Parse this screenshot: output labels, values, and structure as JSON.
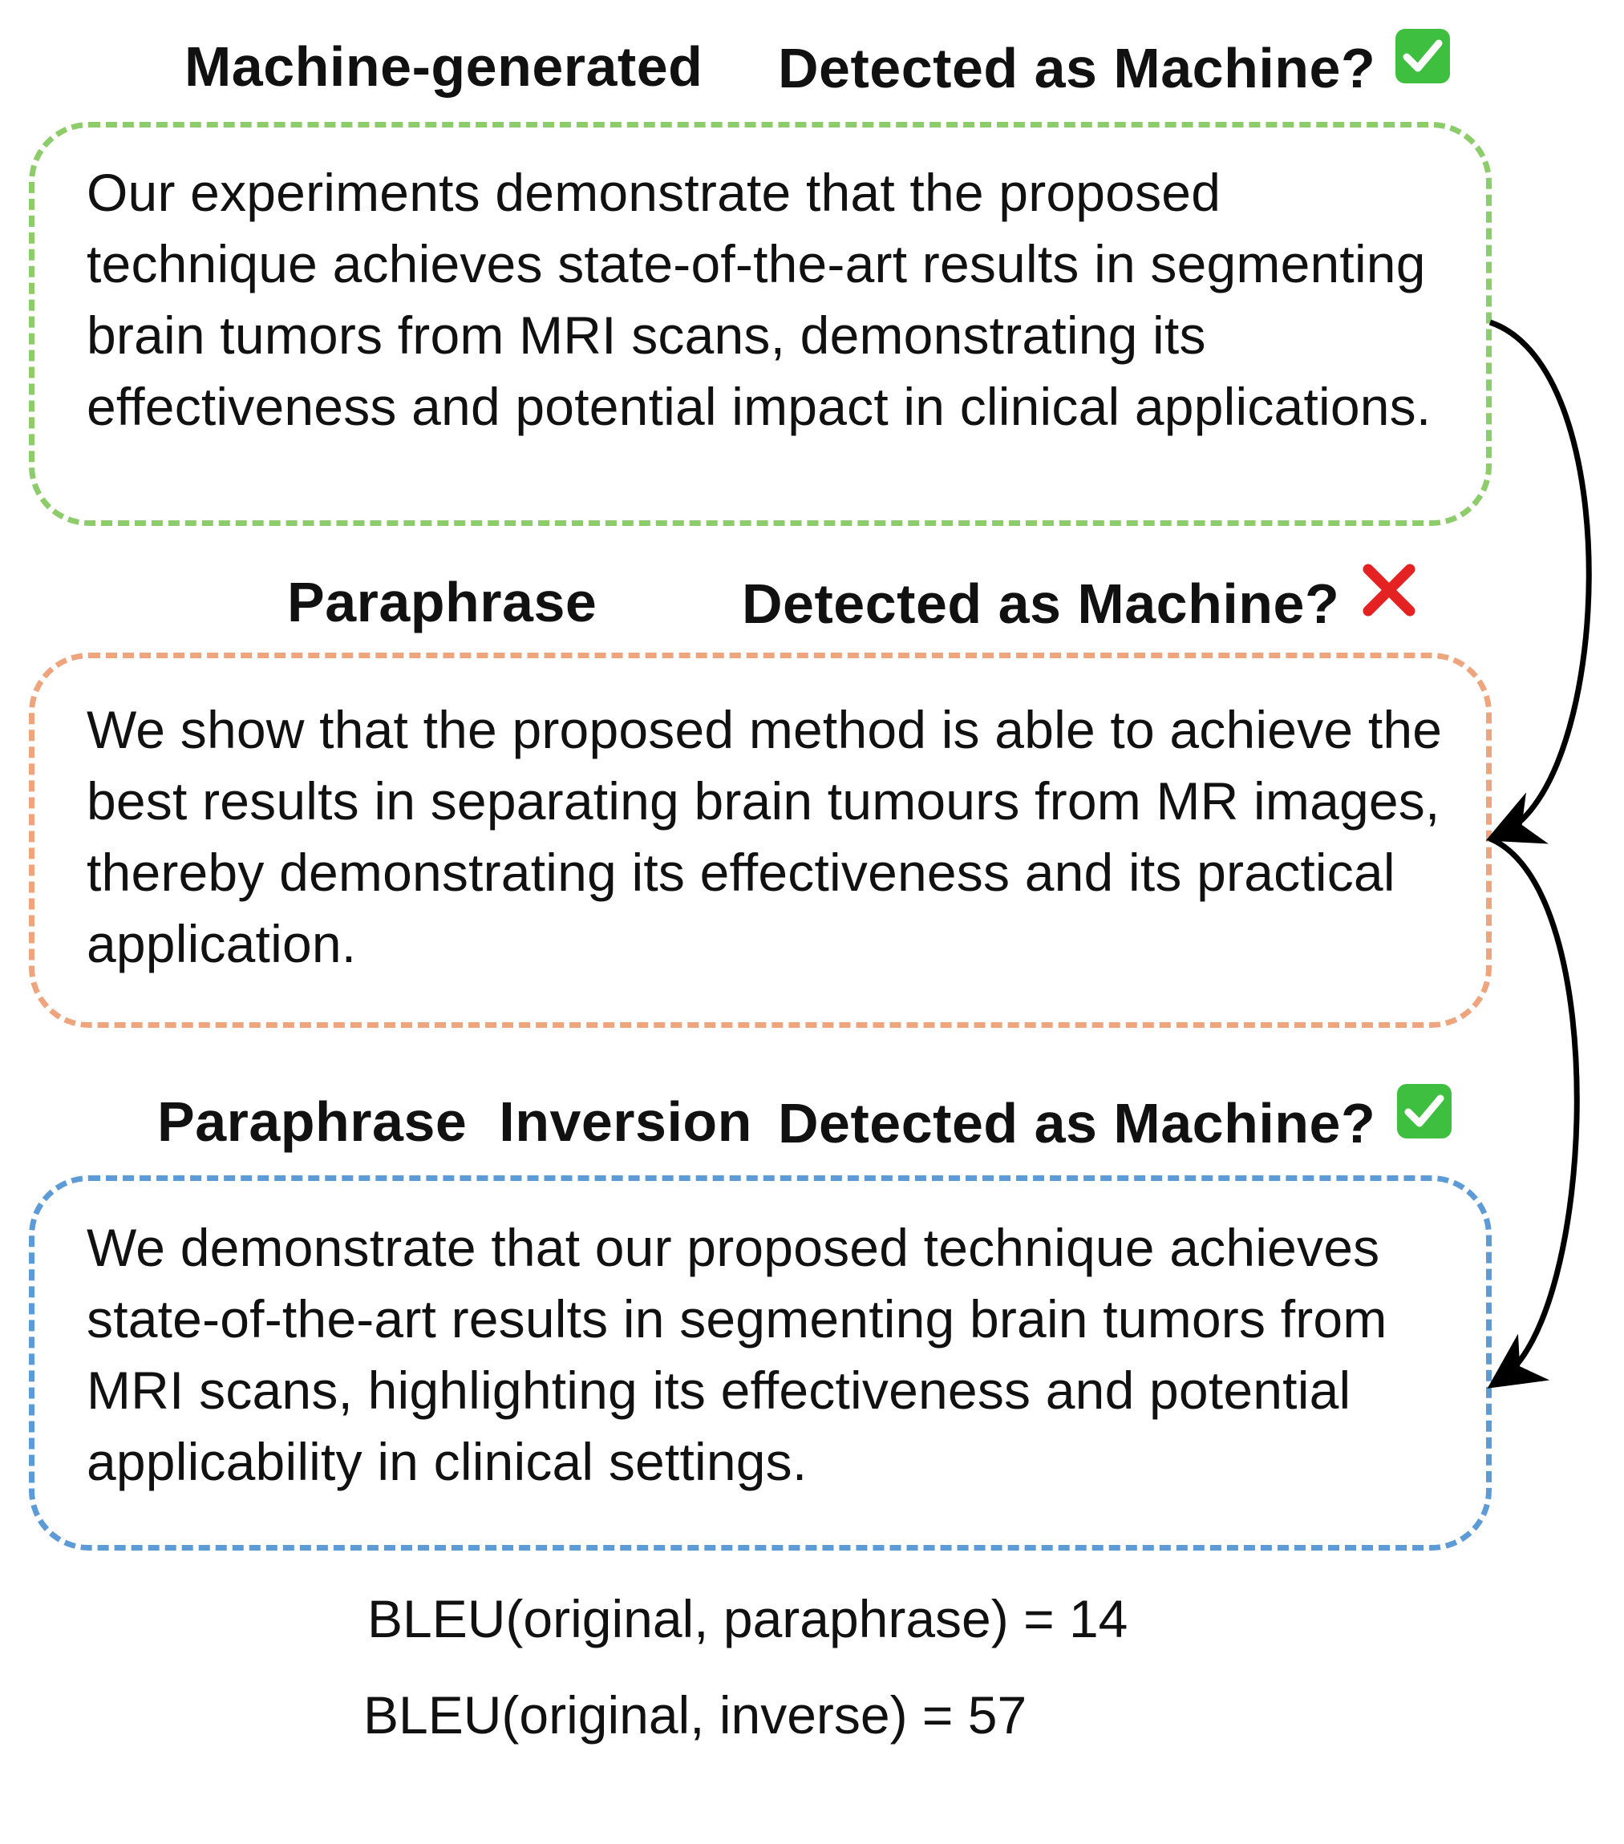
{
  "sections": [
    {
      "title": "Machine-generated",
      "question": "Detected as Machine?",
      "result_icon": "check-mark-icon",
      "detected": true,
      "text": "Our experiments demonstrate that the proposed technique achieves state-of-the-art results in segmenting brain tumors from MRI scans, demonstrating its effectiveness and potential impact in clinical applications.",
      "border_color": "#8dcc6a"
    },
    {
      "title": "Paraphrase",
      "question": "Detected as Machine?",
      "result_icon": "cross-mark-icon",
      "detected": false,
      "text": "We show that the proposed method is able to achieve the best results in separating brain tumours from MR images, thereby demonstrating its effectiveness and its practical application.",
      "border_color": "#eea57e"
    },
    {
      "title": "Paraphrase  Inversion",
      "question": "Detected as Machine?",
      "result_icon": "check-mark-icon",
      "detected": true,
      "text": "We demonstrate that our proposed technique achieves state-of-the-art results in segmenting brain tumors from MRI scans, highlighting its effectiveness and potential applicability in clinical settings.",
      "border_color": "#5d9bd6"
    }
  ],
  "metrics": {
    "bleu_paraphrase": "BLEU(original, paraphrase) = 14",
    "bleu_inverse": "BLEU(original, inverse) = 57"
  },
  "colors": {
    "check_badge": "#3fbf3f",
    "cross_mark": "#e52222",
    "arrow": "#000000"
  }
}
